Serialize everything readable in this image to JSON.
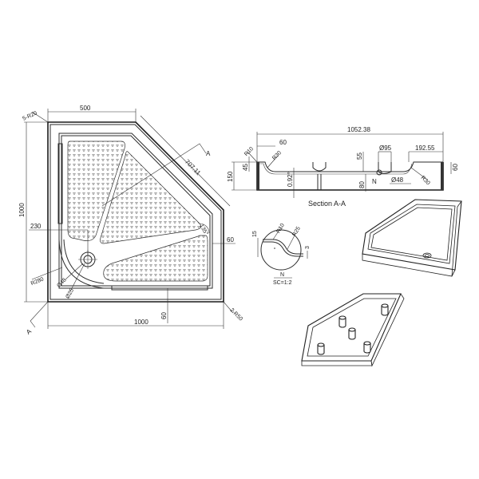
{
  "drawing": {
    "subject": "Pentagonal corner shower tray technical drawing",
    "plan_view": {
      "dimensions": {
        "top_width": "500",
        "corner_radius_top_left": "5-R20",
        "diagonal_length": "707.11",
        "height": "1000",
        "drain_offset": "230",
        "curve_radius": "R280",
        "drain_outer_dia": "Ø48",
        "drain_inner_dia": "Ø25",
        "right_rim": "60",
        "bottom_rim": "60",
        "bottom_width": "1000",
        "corner_radius_bottom_right": "2-R50",
        "angle": "135°"
      },
      "section_markers": [
        "A",
        "A"
      ]
    },
    "section_view": {
      "title": "Section  A-A",
      "dimensions": {
        "overall_length": "1052.38",
        "left_rim": "60",
        "radius_left_top": "R10",
        "radius_left_inner": "R30",
        "height": "150",
        "rim_height": "45",
        "depth": "55",
        "drain_dia": "Ø95",
        "right_rim": "192.55",
        "right_height": "60",
        "radius_right": "R30",
        "drain_depth": "80",
        "detail_marker": "N",
        "drain_outlet": "Ø48",
        "slope": "0.92°"
      }
    },
    "detail_view": {
      "dimensions": {
        "height": "15",
        "radius_a": "R10",
        "radius_b": "R25",
        "depth": "3"
      },
      "label": "N",
      "scale": "SC=1:2"
    },
    "iso_views": [
      "top-isometric",
      "bottom-isometric"
    ]
  }
}
